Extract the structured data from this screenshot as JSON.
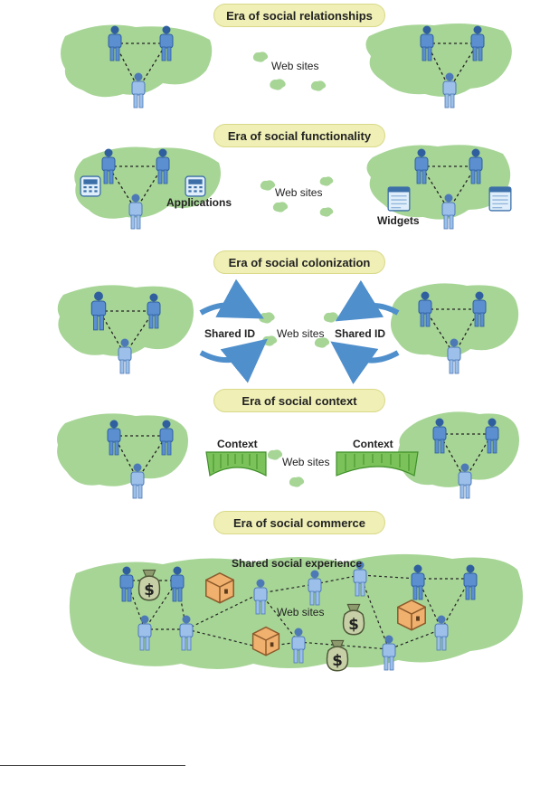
{
  "colors": {
    "land": "#a7d596",
    "person": "#5b8fd0",
    "person_dark": "#2f5f9e",
    "pill_bg": "#efefb6",
    "arrow": "#4f8fcc",
    "context_green": "#67b349",
    "box": "#e9a35d",
    "bag": "#b9c29a"
  },
  "sections": [
    {
      "title": "Era of social relationships",
      "labels": [
        "Web sites"
      ]
    },
    {
      "title": "Era of social functionality",
      "labels": [
        "Web sites",
        "Applications",
        "Widgets"
      ]
    },
    {
      "title": "Era of social colonization",
      "labels": [
        "Web sites",
        "Shared ID",
        "Shared ID"
      ]
    },
    {
      "title": "Era of social context",
      "labels": [
        "Web sites",
        "Context",
        "Context"
      ]
    },
    {
      "title": "Era of social commerce",
      "labels": [
        "Web sites",
        "Shared social experience"
      ]
    }
  ],
  "icons": {
    "person": "person-icon",
    "application": "mobile-app-icon",
    "widget": "widget-window-icon",
    "money": "money-bag-icon",
    "box": "package-box-icon"
  }
}
